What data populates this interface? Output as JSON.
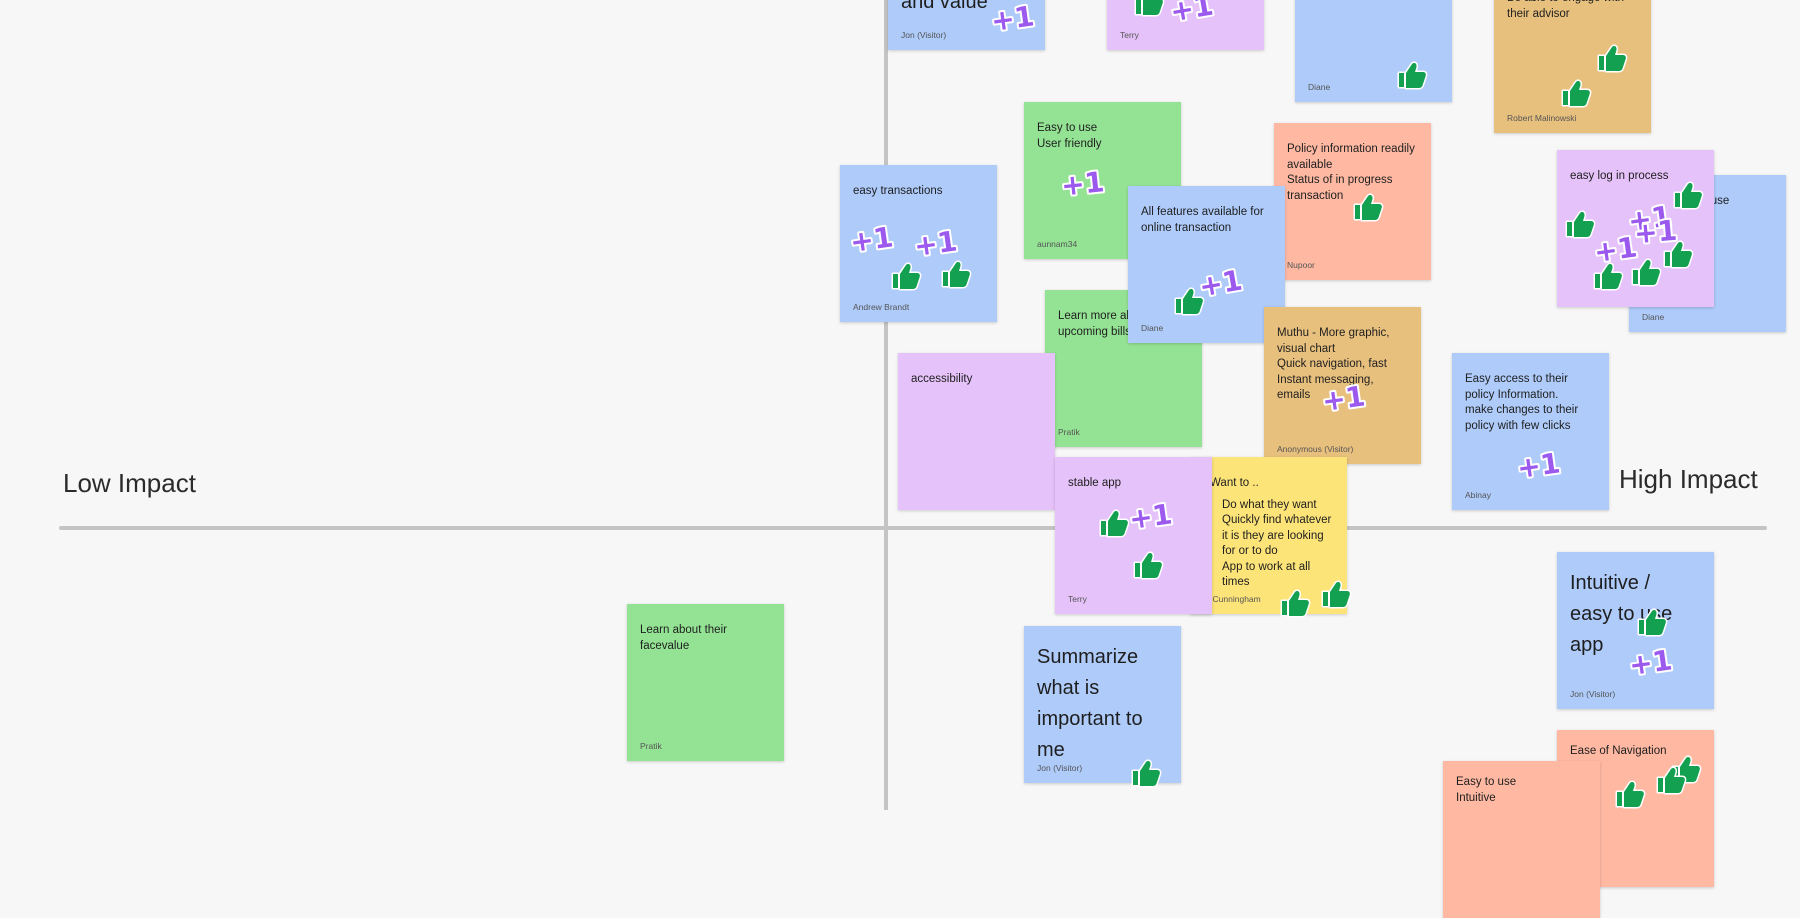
{
  "board": {
    "axis_left_label": "Low Impact",
    "axis_right_label": "High Impact",
    "colors": {
      "blue": "#aecbfa",
      "green": "#94e394",
      "purple": "#e5c2f9",
      "orange": "#e8c07e",
      "salmon": "#ffb9a3",
      "yellow": "#fde479",
      "thumb": "#13a050",
      "plus_one": "#9b59ee"
    },
    "sticker_types": [
      "thumbs-up-icon",
      "plus-one-icon"
    ]
  },
  "notes": [
    {
      "id": "n1",
      "text": "and value",
      "author": "Jon (Visitor)"
    },
    {
      "id": "n2",
      "text": "",
      "author": "Terry"
    },
    {
      "id": "n3",
      "text": "",
      "author": "Diane"
    },
    {
      "id": "n4",
      "text": "Be able to engage with\ntheir advisor",
      "author": "Robert Malinowski"
    },
    {
      "id": "n5",
      "text": "Easy to use\nUser friendly",
      "author": "aunnam34"
    },
    {
      "id": "n6",
      "text": "Policy information readily available\nStatus of in progress transaction",
      "author": "Nupoor"
    },
    {
      "id": "n7",
      "text": "to use",
      "author": "Diane"
    },
    {
      "id": "n8",
      "text": "easy log in process",
      "author": ""
    },
    {
      "id": "n9",
      "text": "easy transactions",
      "author": "Andrew Brandt"
    },
    {
      "id": "n10",
      "text": "All features available for online transaction",
      "author": "Diane"
    },
    {
      "id": "n11",
      "text": "Learn more ab\nupcoming bills",
      "author": "Pratik"
    },
    {
      "id": "n12",
      "text": "Muthu - More graphic, visual chart\nQuick navigation, fast\nInstant messaging, emails",
      "author": "Anonymous (Visitor)"
    },
    {
      "id": "n13",
      "text": "accessibility",
      "author": ""
    },
    {
      "id": "n14",
      "text": "Easy access to their policy Information.\nmake changes to their policy with few clicks",
      "author": "Abinay"
    },
    {
      "id": "n15",
      "text": "Want to ..",
      "bullets": [
        "Do what they want",
        "Quickly find whatever it is they are looking for or to do",
        "App to work at all times"
      ],
      "author": "nan Cunningham"
    },
    {
      "id": "n16",
      "text": "stable app",
      "author": "Terry"
    },
    {
      "id": "n17",
      "text": "Intuitive /\neasy to use\napp",
      "author": "Jon (Visitor)"
    },
    {
      "id": "n18",
      "text": "Learn about their facevalue",
      "author": "Pratik"
    },
    {
      "id": "n19",
      "text": "Summarize\nwhat is\nimportant to\nme",
      "author": "Jon (Visitor)"
    },
    {
      "id": "n20",
      "text": "Ease of Navigation\nly",
      "author": ""
    },
    {
      "id": "n21",
      "text": "Easy to use\nIntuitive",
      "author": ""
    }
  ]
}
